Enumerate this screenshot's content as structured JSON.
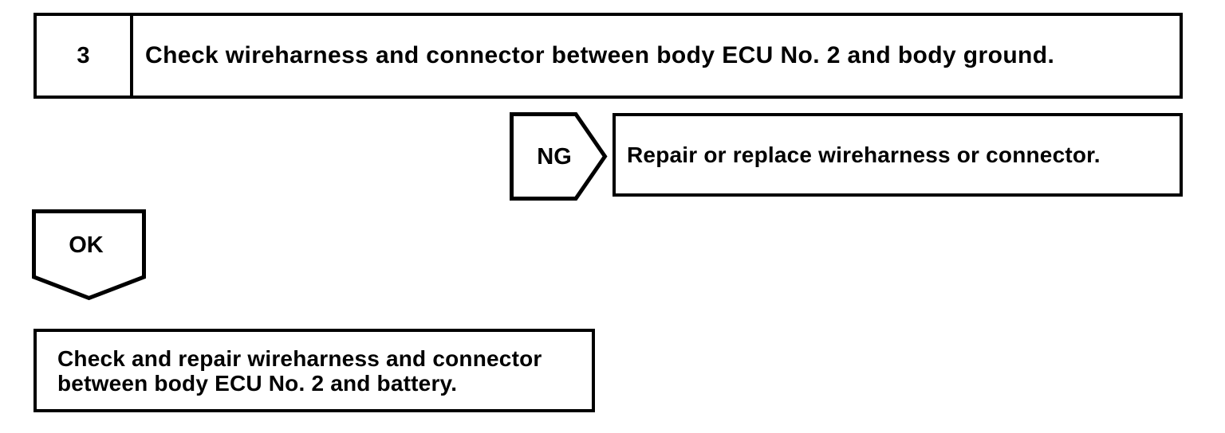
{
  "page": {
    "background_color": "#ffffff",
    "ink_color": "#000000"
  },
  "step": {
    "number": "3",
    "title": "Check wireharness and connector between body ECU No. 2 and body ground."
  },
  "ng": {
    "label": "NG",
    "action": "Repair or replace wireharness or connector."
  },
  "ok": {
    "label": "OK"
  },
  "result": {
    "line1": "Check and repair wireharness and connector",
    "line2": "between body ECU No. 2 and battery."
  }
}
